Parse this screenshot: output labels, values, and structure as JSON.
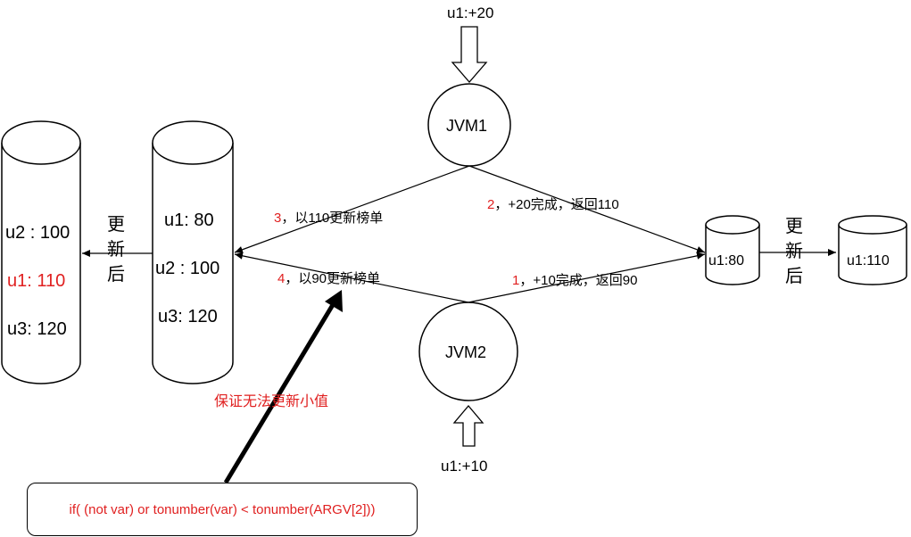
{
  "top_input": "u1:+20",
  "bottom_input": "u1:+10",
  "jvm1": "JVM1",
  "jvm2": "JVM2",
  "step1": {
    "num": "1",
    "text": "，+10完成，返回90"
  },
  "step2": {
    "num": "2",
    "text": "，+20完成，返回110"
  },
  "step3": {
    "num": "3",
    "text": "，以110更新榜单"
  },
  "step4": {
    "num": "4",
    "text": "，以90更新榜单"
  },
  "left_store": {
    "items": [
      "u2 : 100",
      "u1: 110",
      "u3: 120"
    ]
  },
  "mid_store": {
    "items": [
      "u1: 80",
      "u2 : 100",
      "u3: 120"
    ]
  },
  "updated_label_left": [
    "更",
    "新",
    "后"
  ],
  "updated_label_right": [
    "更",
    "新",
    "后"
  ],
  "small_store_before": "u1:80",
  "small_store_after": "u1:110",
  "guarantee_note": "保证无法更新小值",
  "code_condition": "if( (not var) or tonumber(var) < tonumber(ARGV[2]))",
  "colors": {
    "highlight": "#e02020",
    "line": "#000000"
  }
}
